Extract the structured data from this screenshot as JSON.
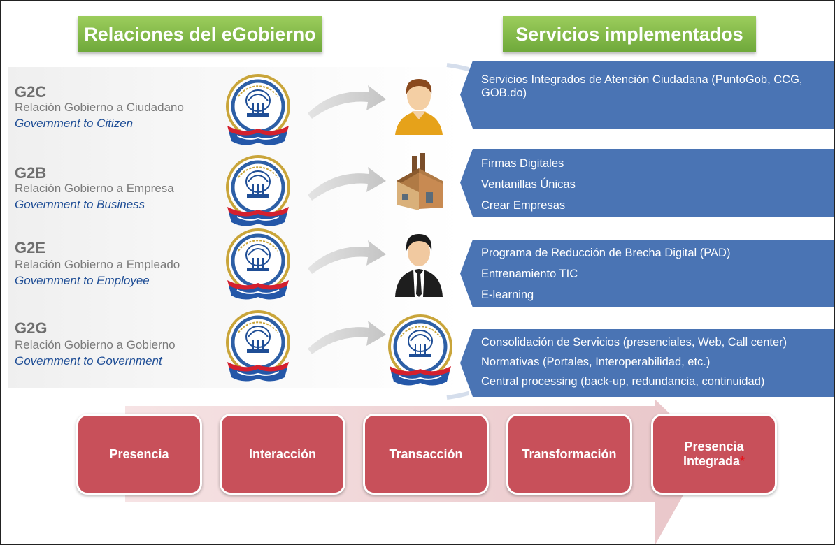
{
  "headers": {
    "left": "Relaciones del eGobierno",
    "right": "Servicios implementados"
  },
  "relations": [
    {
      "code": "G2C",
      "relation": "Relación Gobierno a Ciudadano",
      "english": "Government to Citizen",
      "target_icon": "citizen-icon"
    },
    {
      "code": "G2B",
      "relation": "Relación Gobierno a Empresa",
      "english": "Government to Business",
      "target_icon": "factory-icon"
    },
    {
      "code": "G2E",
      "relation": "Relación Gobierno a Empleado",
      "english": "Government to Employee",
      "target_icon": "employee-icon"
    },
    {
      "code": "G2G",
      "relation": "Relación Gobierno a Gobierno",
      "english": "Government to Government",
      "target_icon": "government-seal-icon"
    }
  ],
  "services": [
    [
      "Servicios Integrados de Atención Ciudadana (PuntoGob, CCG,",
      "GOB.do)"
    ],
    [
      "Firmas Digitales",
      "Ventanillas Únicas",
      "Crear Empresas"
    ],
    [
      "Programa de Reducción de Brecha Digital (PAD)",
      "Entrenamiento TIC",
      "E-learning"
    ],
    [
      "Consolidación de Servicios (presenciales, Web, Call center)",
      "Normativas (Portales, Interoperabilidad, etc.)",
      "Central processing (back-up, redundancia, continuidad)"
    ]
  ],
  "stages": [
    "Presencia",
    "Interacción",
    "Transacción",
    "Transformación"
  ],
  "last_stage": {
    "line1": "Presencia",
    "line2": "Integrada",
    "mark": "*"
  },
  "colors": {
    "header_green": "#7db344",
    "service_blue": "#4a74b4",
    "stage_red": "#c8505a",
    "process_arrow_pink": "#f0d6d8",
    "english_blue": "#1f4e96",
    "asterisk_red": "#e8141c"
  }
}
